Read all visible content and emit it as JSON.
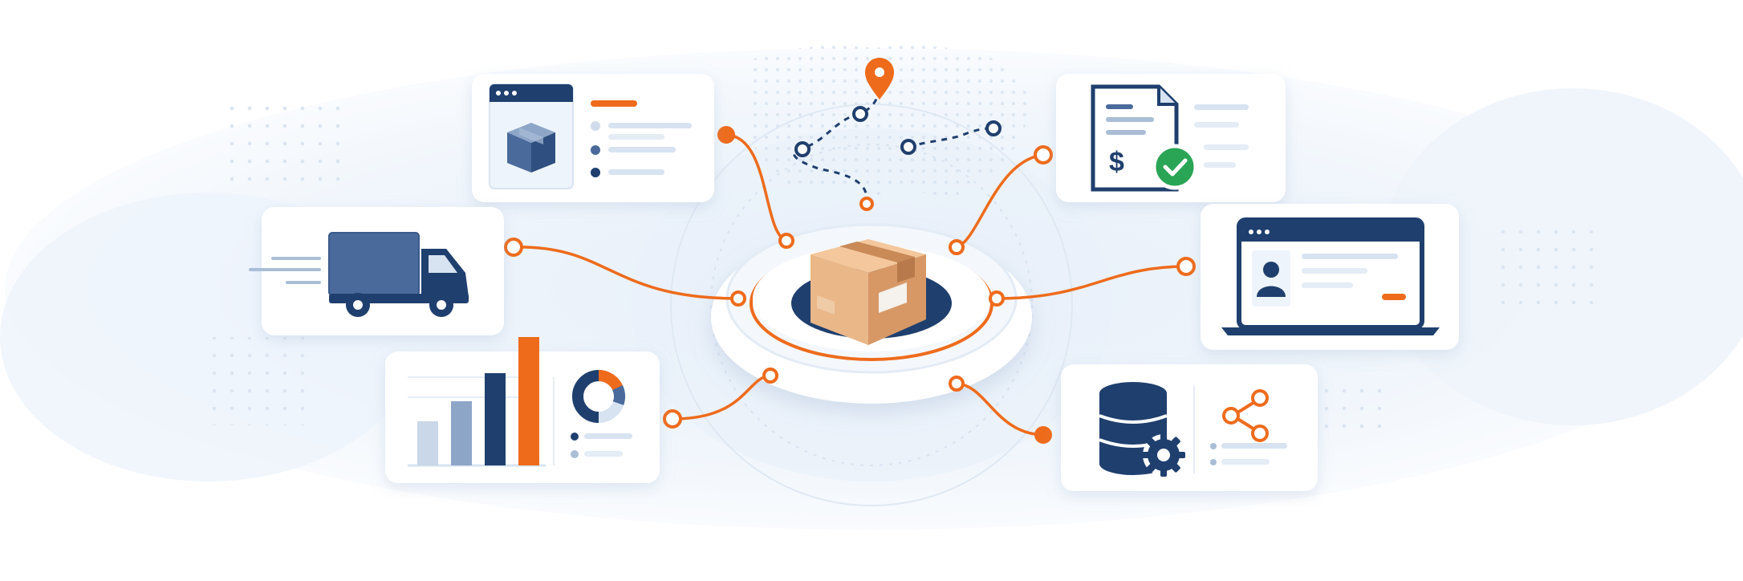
{
  "scene": {
    "description_free": true,
    "central": {
      "icon": "package-box-icon"
    },
    "route": {
      "icon": "location-pin-icon"
    },
    "cards": [
      {
        "id": "inventory",
        "icon": "box-window-icon"
      },
      {
        "id": "transport",
        "icon": "delivery-truck-icon"
      },
      {
        "id": "analytics",
        "icon": "bar-chart-icon"
      },
      {
        "id": "invoice",
        "icon": "invoice-check-icon"
      },
      {
        "id": "portal",
        "icon": "laptop-user-icon"
      },
      {
        "id": "data",
        "icon": "database-gear-icon"
      }
    ],
    "analytics_bars": [
      0.22,
      0.32,
      0.46,
      0.64
    ],
    "colors": {
      "navy": "#1f3f6e",
      "navy_mid": "#4a6a9c",
      "navy_light": "#a9bdd6",
      "orange": "#ee6b1c",
      "green": "#2aa556",
      "box": "#eab789",
      "bg_tint": "#eef4fb",
      "card": "#ffffff",
      "line_light": "#d7e3f1"
    }
  }
}
